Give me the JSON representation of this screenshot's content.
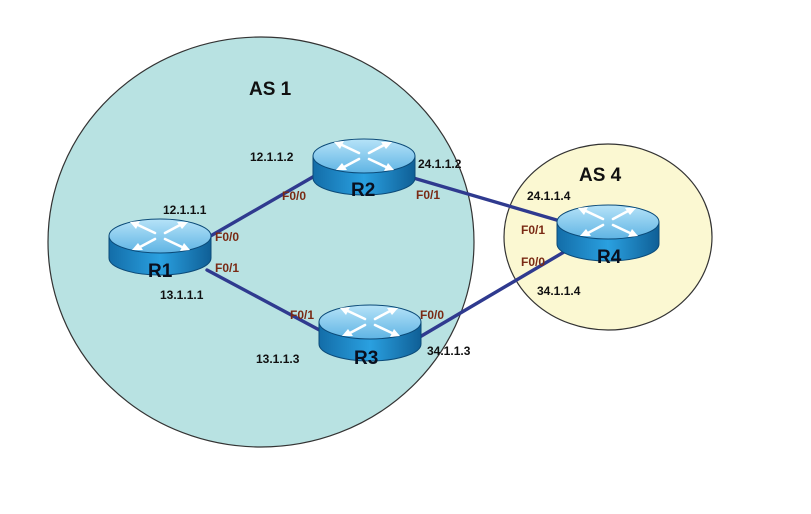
{
  "colors": {
    "as1_fill": "#b8e2e2",
    "as4_fill": "#fbf8d2",
    "link": "#2f3a8f",
    "port_text": "#7a2a14",
    "router_top": "#7fc6ee",
    "router_side": "#1c8fd3"
  },
  "areas": [
    {
      "id": "as1",
      "label": "AS 1"
    },
    {
      "id": "as4",
      "label": "AS 4"
    }
  ],
  "routers": [
    {
      "id": "r1",
      "label": "R1",
      "icon": "router-icon"
    },
    {
      "id": "r2",
      "label": "R2",
      "icon": "router-icon"
    },
    {
      "id": "r3",
      "label": "R3",
      "icon": "router-icon"
    },
    {
      "id": "r4",
      "label": "R4",
      "icon": "router-icon"
    }
  ],
  "links": [
    {
      "from": "R1",
      "to": "R2",
      "from_ip": "12.1.1.1",
      "from_port": "F0/0",
      "to_ip": "12.1.1.2",
      "to_port": "F0/0"
    },
    {
      "from": "R1",
      "to": "R3",
      "from_ip": "13.1.1.1",
      "from_port": "F0/1",
      "to_ip": "13.1.1.3",
      "to_port": "F0/1"
    },
    {
      "from": "R2",
      "to": "R4",
      "from_ip": "24.1.1.2",
      "from_port": "F0/1",
      "to_ip": "24.1.1.4",
      "to_port": "F0/1"
    },
    {
      "from": "R3",
      "to": "R4",
      "from_ip": "34.1.1.3",
      "from_port": "F0/0",
      "to_ip": "34.1.1.4",
      "to_port": "F0/0"
    }
  ]
}
